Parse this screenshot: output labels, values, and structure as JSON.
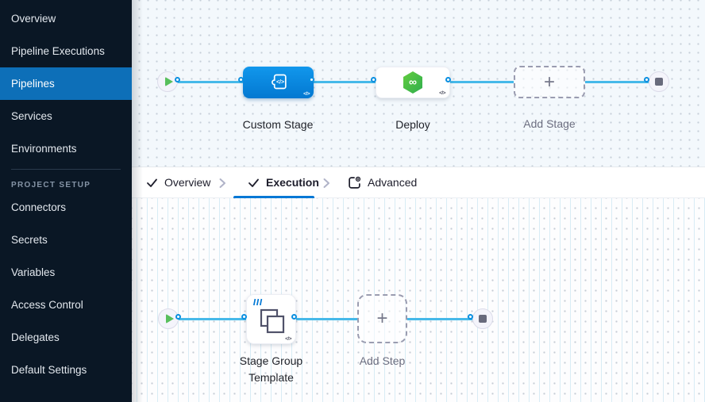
{
  "sidebar": {
    "main_items": [
      "Overview",
      "Pipeline Executions",
      "Pipelines",
      "Services",
      "Environments"
    ],
    "section_title": "PROJECT SETUP",
    "setup_items": [
      "Connectors",
      "Secrets",
      "Variables",
      "Access Control",
      "Delegates",
      "Default Settings"
    ],
    "selected_item": "Pipelines"
  },
  "stage_pipeline": {
    "custom_stage_label": "Custom Stage",
    "deploy_label": "Deploy",
    "add_stage_label": "Add Stage"
  },
  "tab_bar": {
    "overview_label": "Overview",
    "execution_label": "Execution",
    "advanced_label": "Advanced",
    "active_tab": "Execution"
  },
  "execution_graph": {
    "stage_group_template_label": "Stage Group Template",
    "add_step_label": "Add Step"
  },
  "glyphs": {
    "plus": "+",
    "infinity": "∞",
    "code_toggle": "</>"
  },
  "colors": {
    "accent_blue": "#0278d5",
    "node_blue": "#0b8fe4",
    "connector_blue": "#46b9e9",
    "success_green": "#58bf5c",
    "sidebar_bg": "#0a1725",
    "selected_nav_bg": "#0d6fb8"
  }
}
